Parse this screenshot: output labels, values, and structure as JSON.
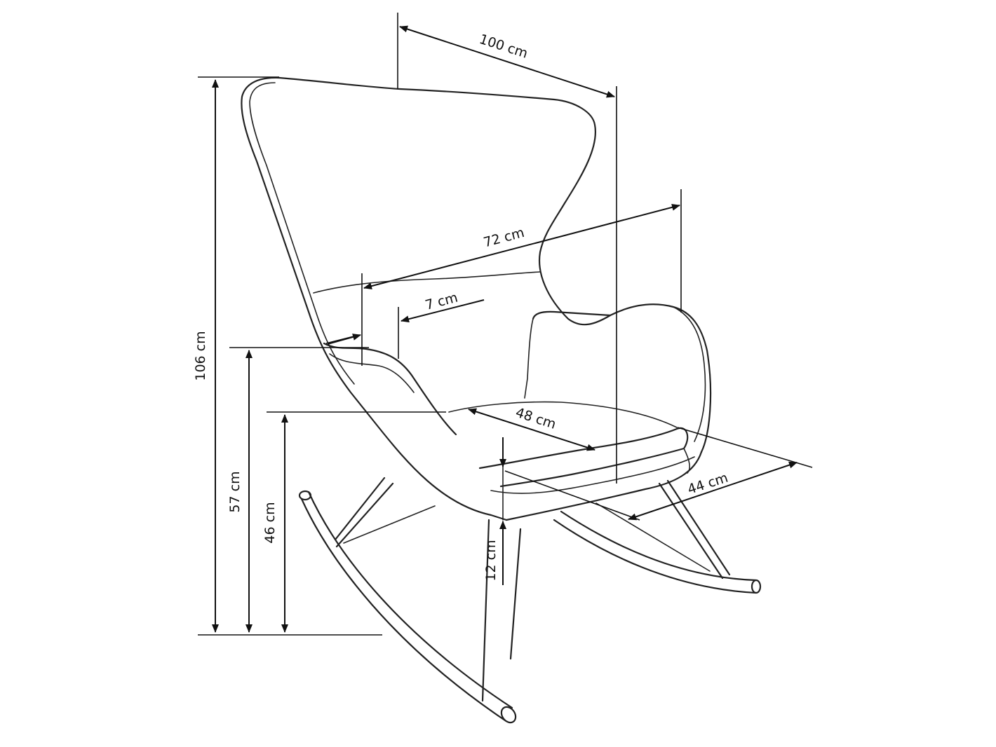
{
  "diagram": {
    "colors": {
      "line": "#222222",
      "background": "#ffffff"
    },
    "dimensions": {
      "width_back": "100 cm",
      "width_arms": "72 cm",
      "armrest": "7 cm",
      "seat_depth": "48 cm",
      "seat_width": "44 cm",
      "total_height": "106 cm",
      "arm_height": "57 cm",
      "seat_height": "46 cm",
      "seat_thickness": "12 cm"
    }
  }
}
